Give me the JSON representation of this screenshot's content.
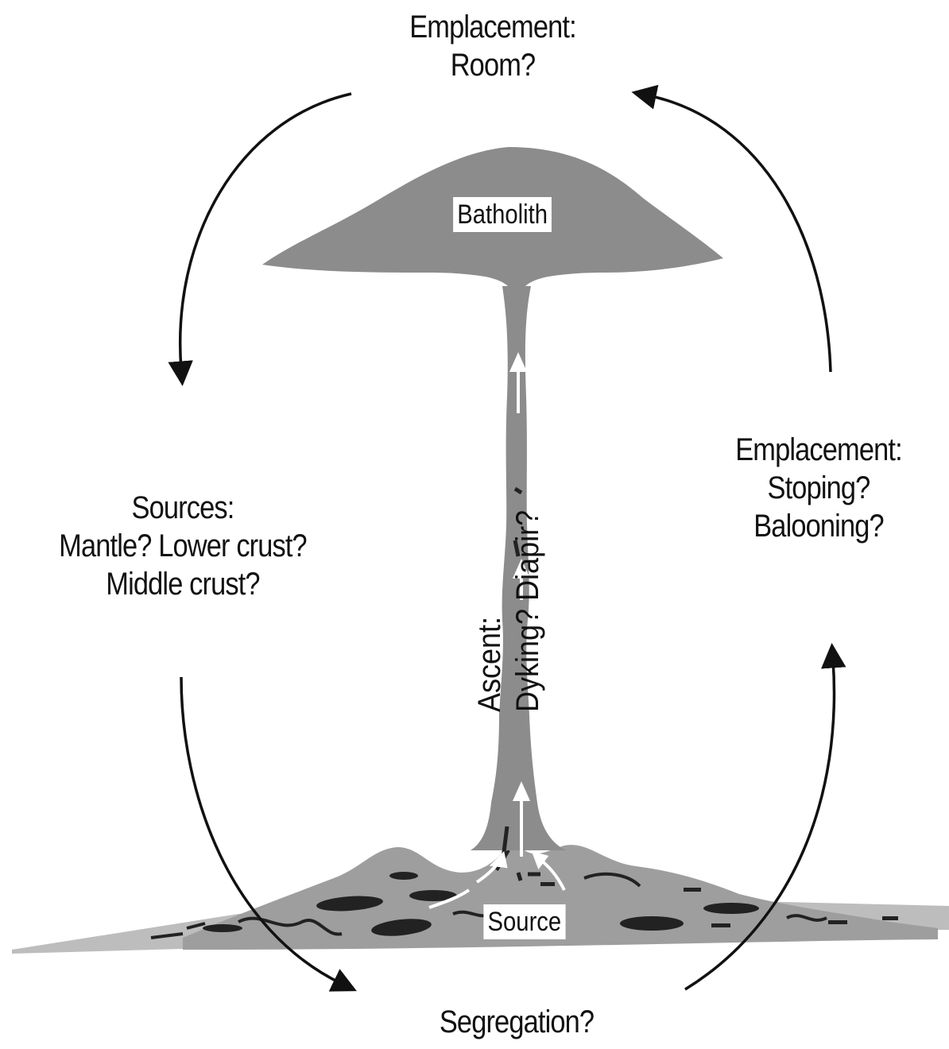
{
  "labels": {
    "emplacement_top": {
      "line1": "Emplacement:",
      "line2": "Room?"
    },
    "emplacement_right": {
      "line1": "Emplacement:",
      "line2": "Stoping?",
      "line3": "Balooning?"
    },
    "sources": {
      "line1": "Sources:",
      "line2": "Mantle?  Lower crust?",
      "line3": "Middle crust?"
    },
    "ascent": {
      "line1": "Ascent:",
      "line2": "Dyking? Diapir?"
    },
    "segregation": "Segregation?",
    "batholith": "Batholith",
    "source": "Source"
  },
  "colors": {
    "magma_gray": "#8c8c8c",
    "crust_gray": "#bdbdbd",
    "lens_dark": "#222222",
    "arrow_black": "#111111",
    "flow_arrow_white": "#ffffff"
  },
  "icons": {
    "cycle_arrows": "curved-arrow-icon",
    "flow_arrows": "arrow-up-icon"
  }
}
